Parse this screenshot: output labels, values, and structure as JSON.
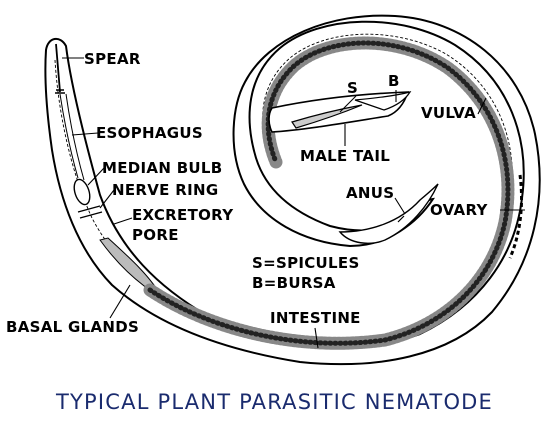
{
  "title": "TYPICAL PLANT PARASITIC NEMATODE",
  "labels": {
    "spear": "SPEAR",
    "esophagus": "ESOPHAGUS",
    "median_bulb": "MEDIAN BULB",
    "nerve_ring": "NERVE RING",
    "excretory_pore_line1": "EXCRETORY",
    "excretory_pore_line2": "PORE",
    "basal_glands": "BASAL GLANDS",
    "intestine": "INTESTINE",
    "vulva": "VULVA",
    "ovary": "OVARY",
    "anus": "ANUS",
    "male_tail": "MALE TAIL",
    "spicule_letter": "S",
    "bursa_letter": "B"
  },
  "legend": {
    "spicules": "S=SPICULES",
    "bursa": "B=BURSA"
  },
  "colors": {
    "ink": "#000000",
    "title": "#1a2b6e",
    "background": "#ffffff"
  }
}
